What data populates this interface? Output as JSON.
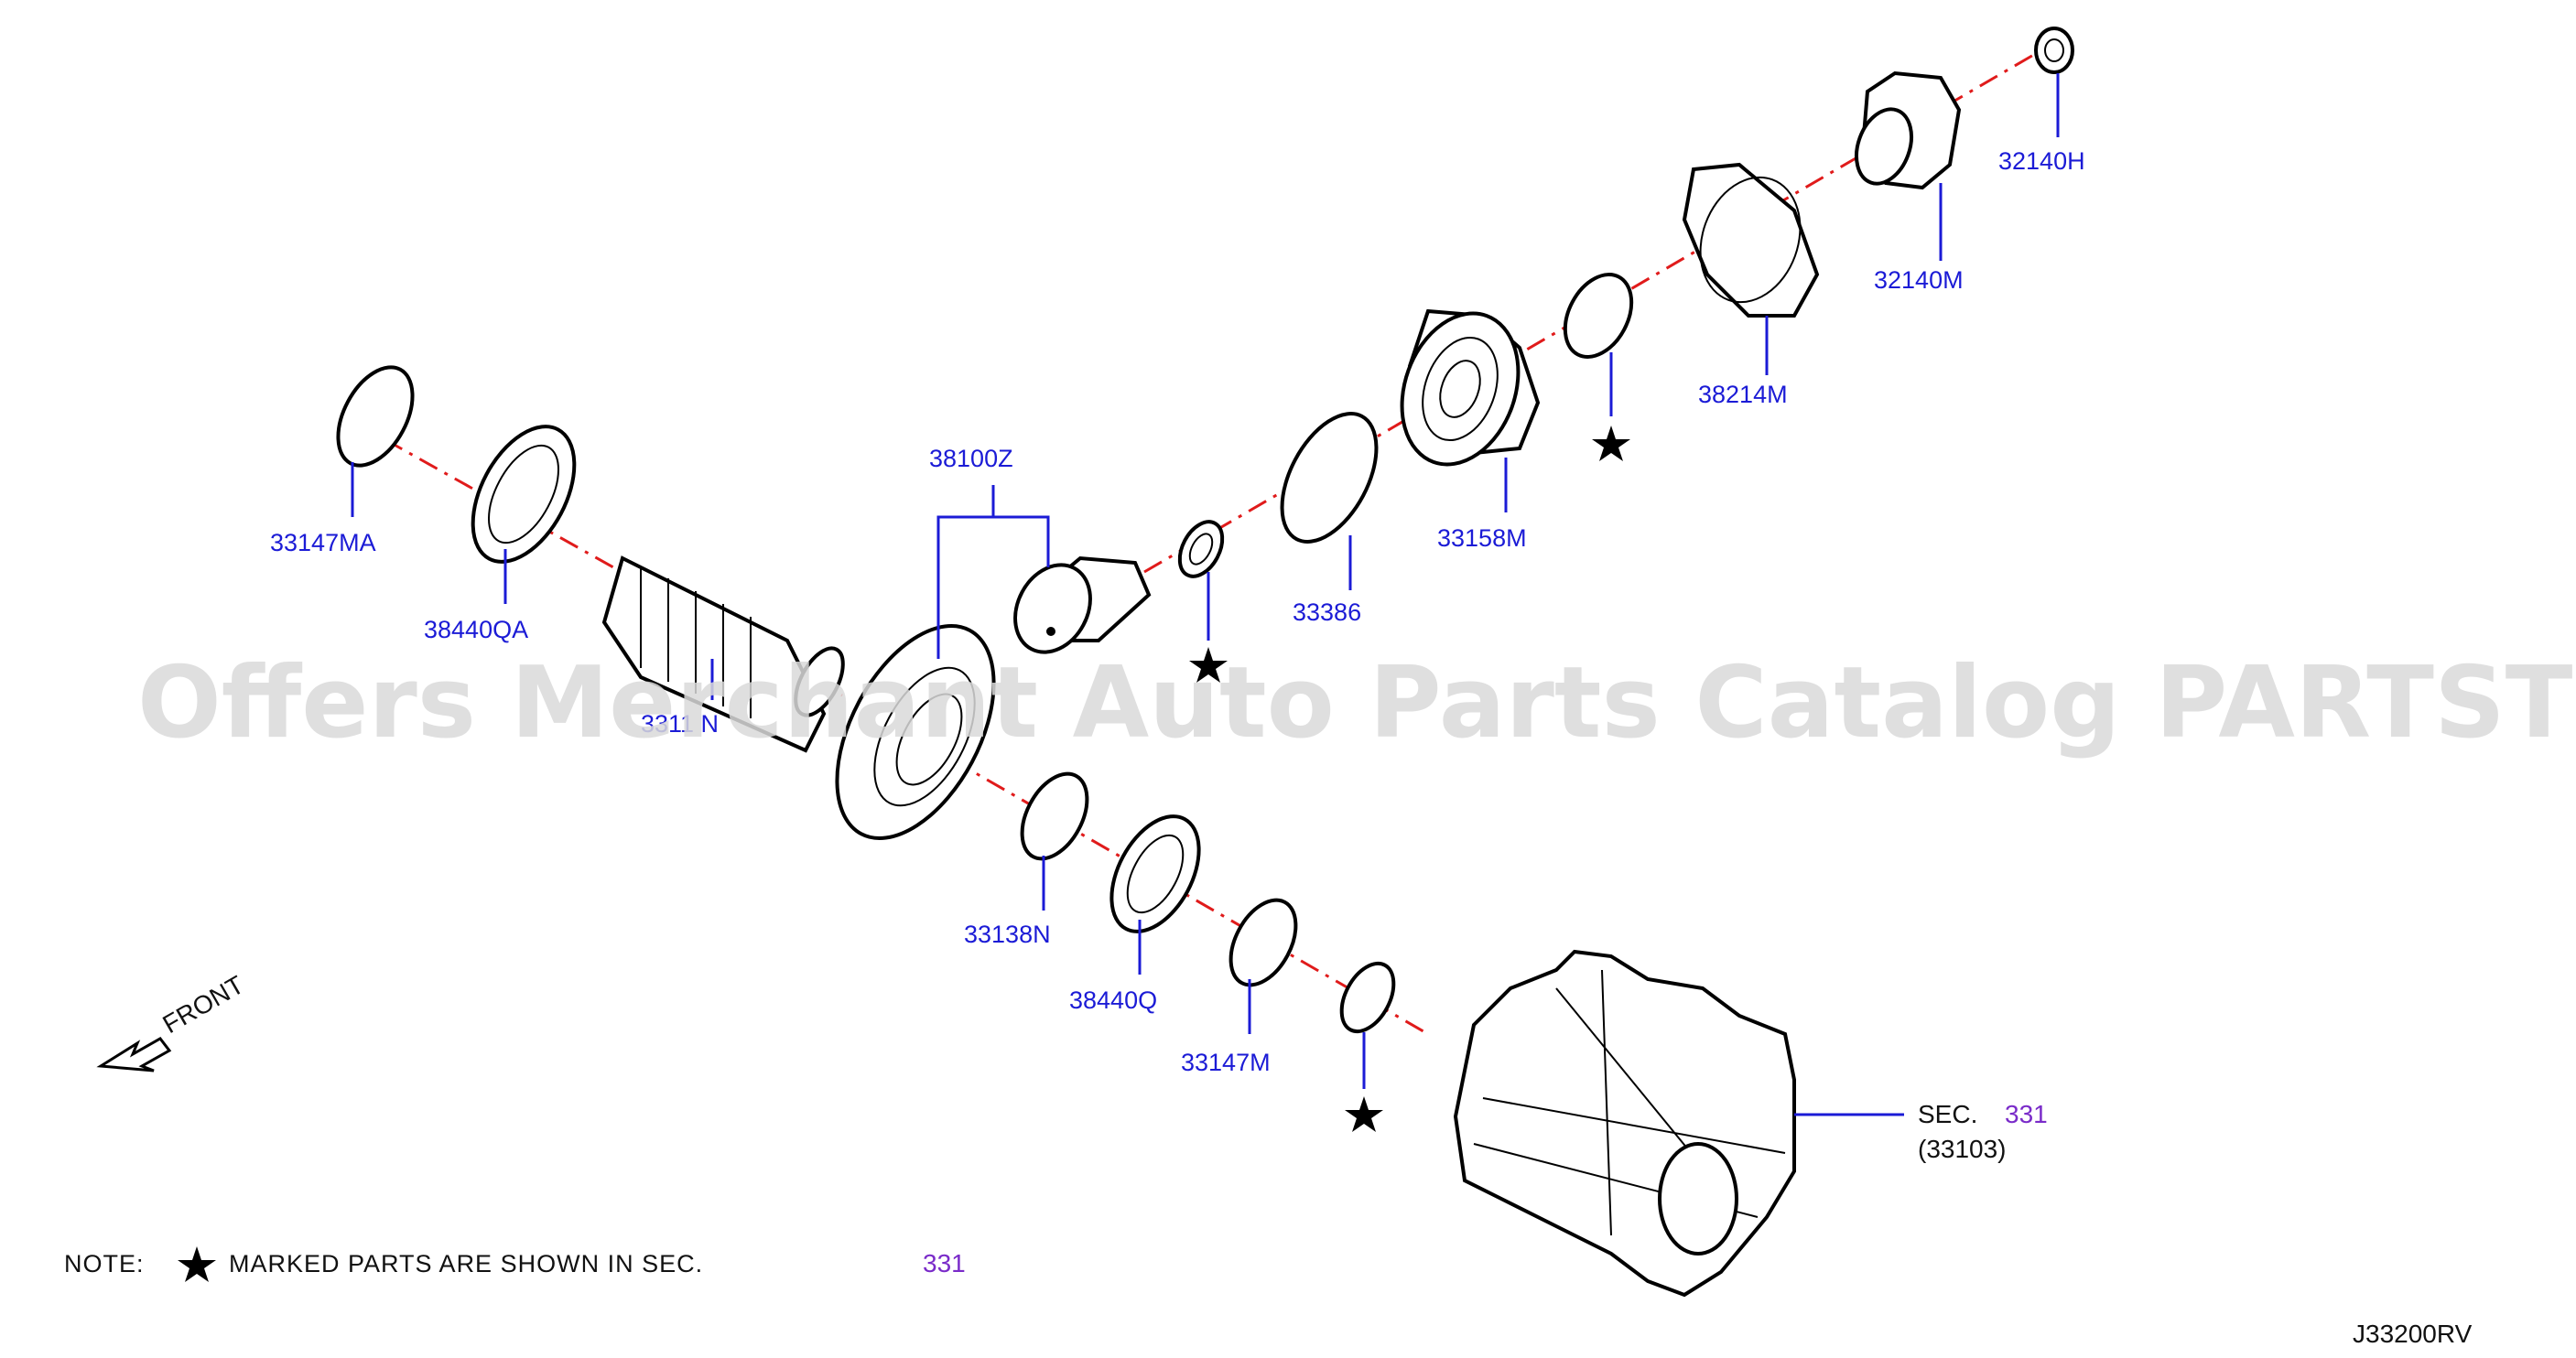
{
  "colors": {
    "callout": "#1b1bd6",
    "axis": "#e01b1b",
    "section_ref": "#7a2bc9",
    "watermark": "#d9d9d9"
  },
  "watermark": "Offers Merchant Auto Parts Catalog PARTSTORE.SA",
  "front_label": "FRONT",
  "diagram_code": "J33200RV",
  "note": {
    "prefix": "NOTE:",
    "text": "MARKED PARTS ARE SHOWN IN SEC.",
    "section": "331"
  },
  "section_ref": {
    "prefix": "SEC.",
    "number": "331",
    "sub": "(33103)"
  },
  "callouts": {
    "p33147MA": "33147MA",
    "p38440QA": "38440QA",
    "p33111N": "3311 N",
    "p38100Z": "38100Z",
    "p33386": "33386",
    "p33158M": "33158M",
    "p38214M": "38214M",
    "p32140M": "32140M",
    "p32140H": "32140H",
    "p33138N": "33138N",
    "p38440Q": "38440Q",
    "p33147M": "33147M"
  }
}
